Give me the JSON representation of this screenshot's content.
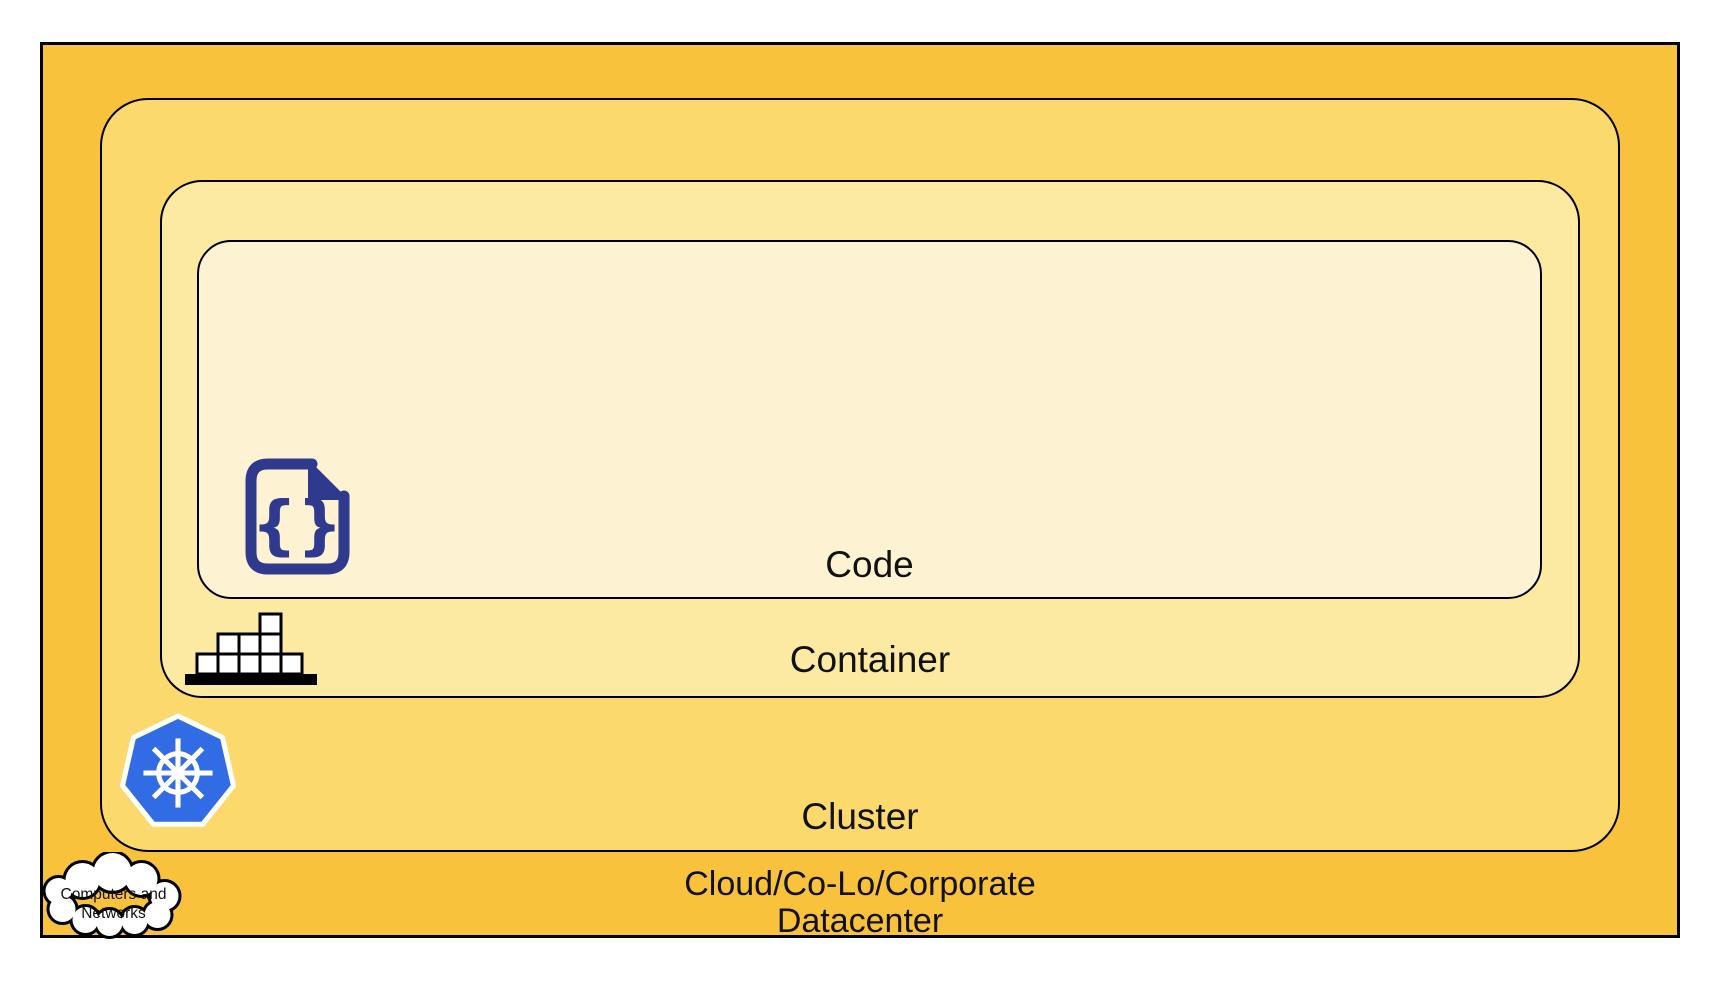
{
  "layers": {
    "cloud": {
      "label_line1": "Cloud/Co-Lo/Corporate",
      "label_line2": "Datacenter",
      "fill": "#F9C23C"
    },
    "cluster": {
      "label": "Cluster",
      "fill": "#FCD96D"
    },
    "container": {
      "label": "Container",
      "fill": "#FCE9A2"
    },
    "code": {
      "label": "Code",
      "fill": "#FDF3D3"
    }
  },
  "callout": {
    "line1": "Computers and",
    "line2": "Networks"
  },
  "icons": {
    "code": "code-file-icon",
    "container": "container-boxes-icon",
    "cluster": "kubernetes-icon",
    "cloud": "cloud-icon",
    "code_glyph": "{}"
  },
  "colors": {
    "border": "#000000",
    "code_icon_navy": "#2F3A8F",
    "kubernetes_blue": "#326CE5",
    "box_fill": "#FFFFFF",
    "box_stroke": "#000000",
    "callout_fill": "#FFFFFF",
    "text": "#111111"
  }
}
